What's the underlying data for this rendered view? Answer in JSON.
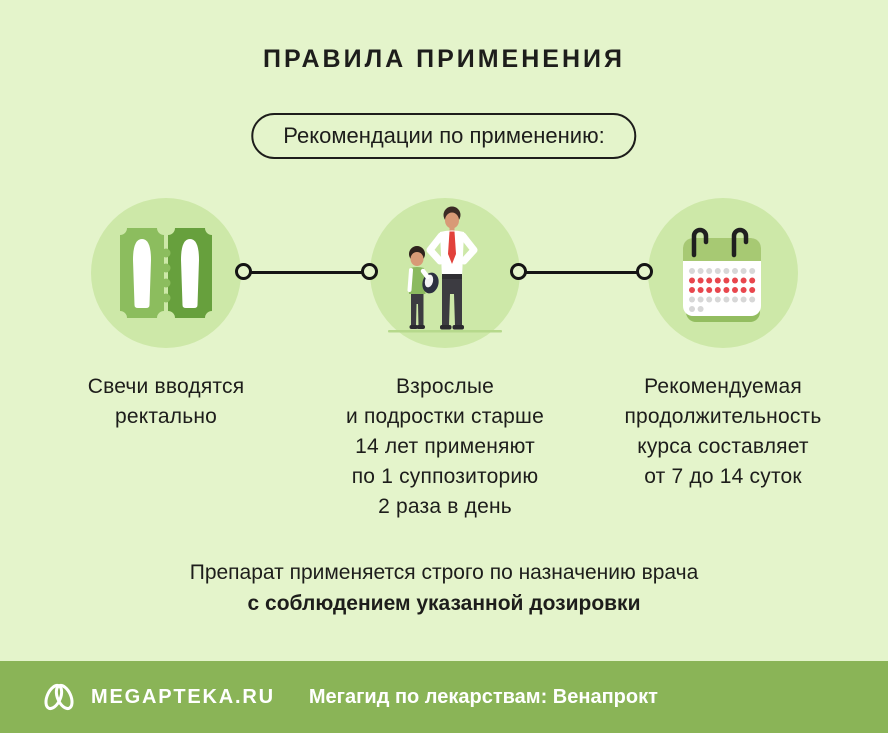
{
  "title": "ПРАВИЛА ПРИМЕНЕНИЯ",
  "badge": "Рекомендации по применению:",
  "steps": [
    {
      "icon": "suppository-blisters-icon",
      "lines": [
        "Свечи вводятся",
        "ректально"
      ]
    },
    {
      "icon": "adult-and-teen-icon",
      "lines": [
        "Взрослые",
        "и подростки старше",
        "14 лет применяют",
        "по 1 суппозиторию",
        "2 раза в день"
      ]
    },
    {
      "icon": "calendar-icon",
      "lines": [
        "Рекомендуемая",
        "продолжительность",
        "курса составляет",
        "от 7 до 14 суток"
      ]
    }
  ],
  "note": {
    "line1": "Препарат применяется строго по назначению врача",
    "line2": "с соблюдением указанной дозировки"
  },
  "footer": {
    "brand": "MEGAPTEKA.RU",
    "tagline": "Мегагид по лекарствам: Венапрокт",
    "logo": "megapteka-logo-icon"
  },
  "colors": {
    "background": "#e4f4cb",
    "icon_circle_bg": "#cde8a8",
    "footer_bar": "#8ab457",
    "blister_light_green": "#8cbd5e",
    "blister_dark_green": "#67a03d",
    "calendar_header_green": "#a7c973",
    "red_accent": "#e8464d",
    "text": "#1d1d1b",
    "white": "#ffffff"
  }
}
